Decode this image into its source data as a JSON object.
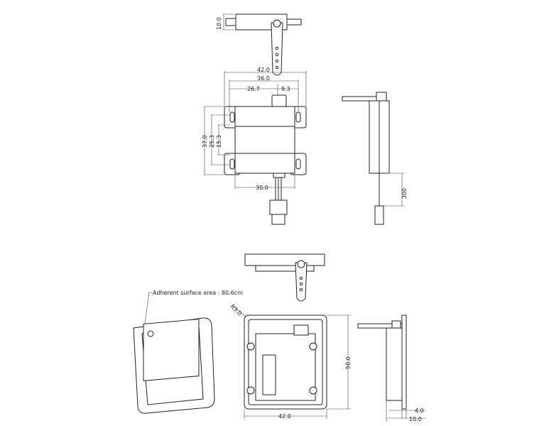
{
  "dimensions": {
    "top_thickness": "10.0",
    "overall_width": "42.0",
    "mount_hole_span": "36.0",
    "shaft_offset_left": "26.7",
    "shaft_offset_right": "9.3",
    "overall_height": "37.0",
    "hole_spacing_outer": "25.3",
    "hole_spacing_inner": "15.3",
    "body_width": "30.0",
    "cable_length": "300",
    "corner_radius": "R3.0",
    "frame_height": "50.0",
    "frame_width": "42.0",
    "frame_thickness": "4.0",
    "frame_depth": "10.0"
  },
  "annotation": "Adherent surface area : 80.6cm"
}
